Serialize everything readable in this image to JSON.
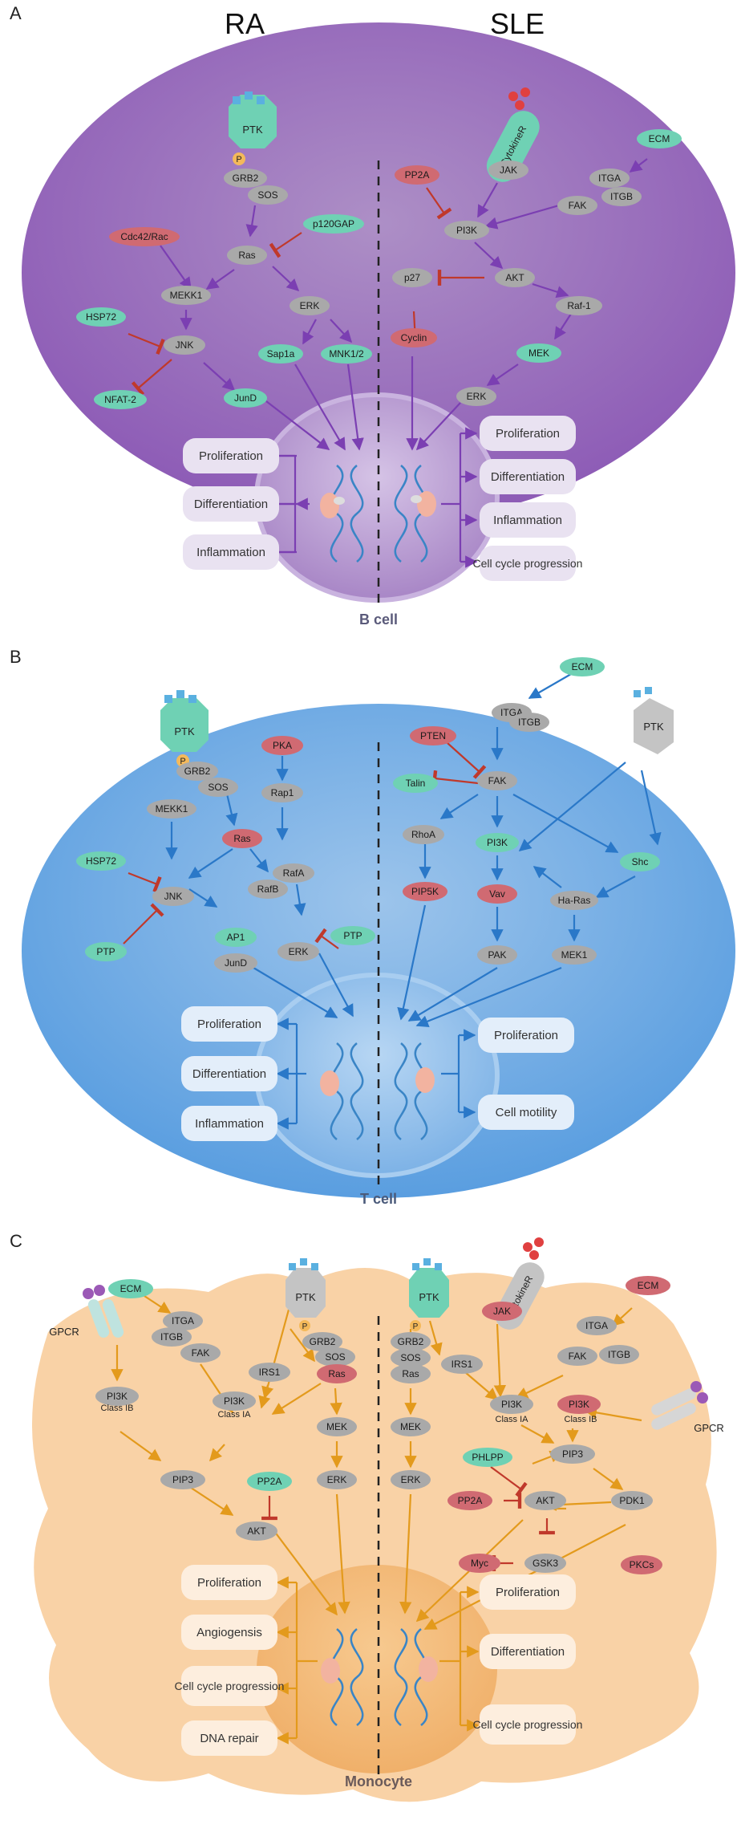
{
  "colors": {
    "teal": "#6fd1b4",
    "red": "#d06a72",
    "gray": "#a9a9a9",
    "purple_arrow": "#7b3fb2",
    "blue_arrow": "#2a78c8",
    "orange_arrow": "#e39a1c",
    "inhibit": "#c0392b"
  },
  "panelA": {
    "letter": "A",
    "left_title": "RA",
    "right_title": "SLE",
    "cell_label": "B cell",
    "nodes": {
      "ptk": "PTK",
      "p": "P",
      "grb2": "GRB2",
      "sos": "SOS",
      "p120gap": "p120GAP",
      "cdc42": "Cdc42/Rac",
      "ras": "Ras",
      "mekk1": "MEKK1",
      "erk_l": "ERK",
      "hsp72": "HSP72",
      "jnk": "JNK",
      "sap1a": "Sap1a",
      "mnk": "MNK1/2",
      "nfat2": "NFAT-2",
      "jund": "JunD",
      "cytokiner": "CytokineR",
      "ecm": "ECM",
      "pp2a": "PP2A",
      "jak": "JAK",
      "itga": "ITGA",
      "fak": "FAK",
      "itgb": "ITGB",
      "pi3k": "PI3K",
      "p27": "p27",
      "akt": "AKT",
      "raf1": "Raf-1",
      "cyclin": "Cyclin",
      "mek": "MEK",
      "erk_r": "ERK"
    },
    "left_outputs": [
      "Proliferation",
      "Differentiation",
      "Inflammation"
    ],
    "right_outputs": [
      "Proliferation",
      "Differentiation",
      "Inflammation",
      "Cell cycle progression"
    ]
  },
  "panelB": {
    "letter": "B",
    "cell_label": "T cell",
    "nodes": {
      "ptk_l": "PTK",
      "p": "P",
      "grb2": "GRB2",
      "sos": "SOS",
      "pka": "PKA",
      "rap1": "Rap1",
      "mekk1": "MEKK1",
      "ras": "Ras",
      "hsp72": "HSP72",
      "jnk": "JNK",
      "rafa": "RafA",
      "rafb": "RafB",
      "ptp_r": "PTP",
      "ptp_l": "PTP",
      "ap1": "AP1",
      "jund": "JunD",
      "erk": "ERK",
      "ecm": "ECM",
      "itga": "ITGA",
      "itgb": "ITGB",
      "pten": "PTEN",
      "talin": "Talin",
      "fak": "FAK",
      "ptk_r": "PTK",
      "rhoa": "RhoA",
      "pi3k": "PI3K",
      "shc": "Shc",
      "pip5k": "PIP5K",
      "vav": "Vav",
      "haras": "Ha-Ras",
      "pak": "PAK",
      "mek1": "MEK1"
    },
    "left_outputs": [
      "Proliferation",
      "Differentiation",
      "Inflammation"
    ],
    "right_outputs": [
      "Proliferation",
      "Cell motility"
    ]
  },
  "panelC": {
    "letter": "C",
    "cell_label": "Monocyte",
    "nodes": {
      "ecm_l": "ECM",
      "itga_l": "ITGA",
      "itgb_l": "ITGB",
      "fak_l": "FAK",
      "gpcr_l": "GPCR",
      "ptk_l": "PTK",
      "p_l": "P",
      "grb2_l": "GRB2",
      "sos_l": "SOS",
      "irs1_l": "IRS1",
      "ras_l": "Ras",
      "pi3k_ib_l": "PI3K",
      "class_ib_l": "Class IB",
      "pi3k_ia_l": "PI3K",
      "class_ia_l": "Class IA",
      "mek_l": "MEK",
      "pip3_l": "PIP3",
      "pp2a_l": "PP2A",
      "erk_l": "ERK",
      "akt_l": "AKT",
      "ptk_r": "PTK",
      "p_r": "P",
      "grb2_r": "GRB2",
      "sos_r": "SOS",
      "cytokiner": "CytokineR",
      "jak": "JAK",
      "ecm_r": "ECM",
      "itga_r": "ITGA",
      "fak_r": "FAK",
      "itgb_r": "ITGB",
      "irs1_r": "IRS1",
      "ras_r": "Ras",
      "pi3k_ia_r": "PI3K",
      "class_ia_r": "Class IA",
      "pi3k_ib_r": "PI3K",
      "class_ib_r": "Class IB",
      "gpcr_r": "GPCR",
      "mek_r": "MEK",
      "phlpp": "PHLPP",
      "pip3_r": "PIP3",
      "erk_r": "ERK",
      "pp2a_r": "PP2A",
      "akt_r": "AKT",
      "pdk1": "PDK1",
      "myc": "Myc",
      "gsk3": "GSK3",
      "pkcs": "PKCs"
    },
    "left_outputs": [
      "Proliferation",
      "Angiogensis",
      "Cell cycle progression",
      "DNA repair"
    ],
    "right_outputs": [
      "Proliferation",
      "Differentiation",
      "Cell cycle progression"
    ]
  }
}
